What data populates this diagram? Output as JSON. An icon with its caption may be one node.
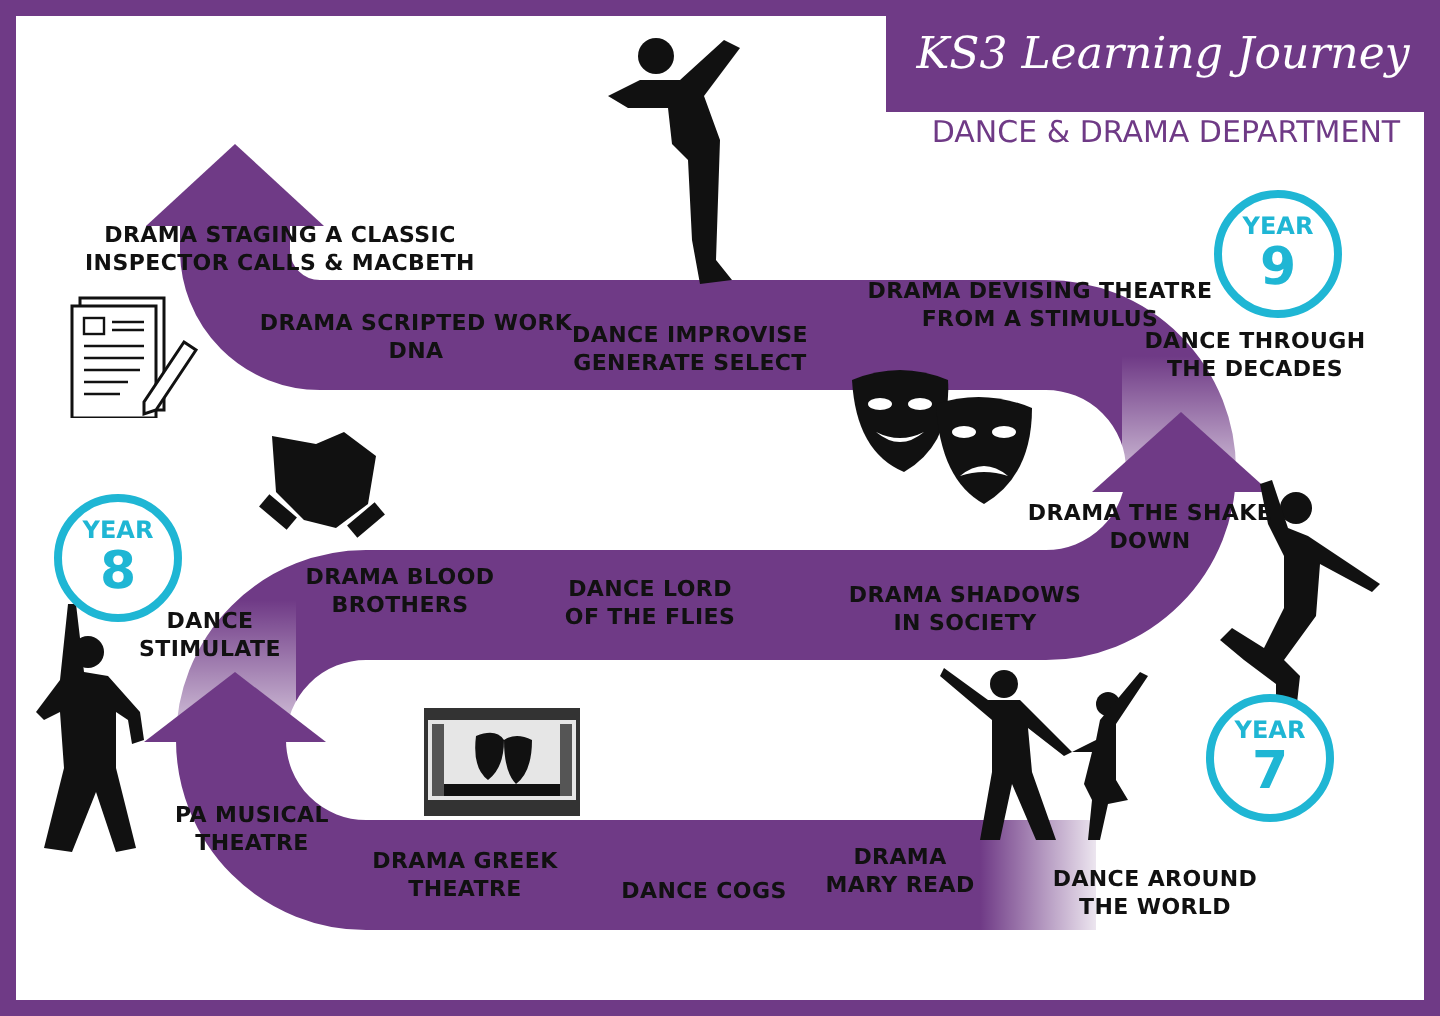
{
  "diagram": {
    "title": "KS3 Learning Journey",
    "nodes": [
      {
        "text": [
          "YEAR",
          "9"
        ]
      },
      {
        "text": [
          "YEAR",
          "8"
        ]
      },
      {
        "text": [
          "YEAR",
          "7"
        ]
      }
    ],
    "labels": [
      "DANCE & DRAMA DEPARTMENT",
      "DRAMA STAGING A CLASSIC INSPECTOR CALLS & MACBETH",
      "DRAMA SCRIPTED WORK DNA",
      "DANCE IMPROVISE GENERATE SELECT",
      "DRAMA DEVISING THEATRE FROM A STIMULUS",
      "DANCE THROUGH THE DECADES",
      "DRAMA THE SHAKE DOWN",
      "DRAMA BLOOD BROTHERS",
      "DANCE LORD OF THE FLIES",
      "DRAMA SHADOWS IN SOCIETY",
      "DANCE STIMULATE",
      "PA MUSICAL THEATRE",
      "DRAMA GREEK THEATRE",
      "DANCE COGS",
      "DRAMA MARY READ",
      "DANCE AROUND THE WORLD"
    ]
  }
}
